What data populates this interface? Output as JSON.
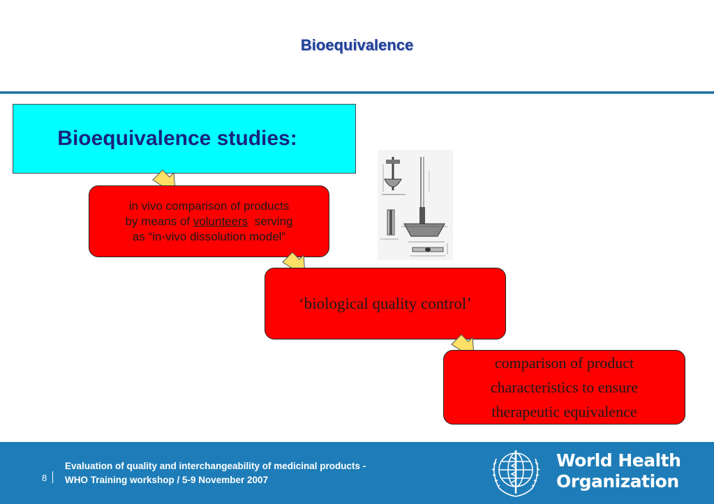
{
  "slide": {
    "title": "Bioequivalence"
  },
  "main": {
    "heading": "Bioequivalence studies:",
    "step1": {
      "line1": "in vivo comparison of products",
      "line2_prefix": "by means of ",
      "line2_underlined": "volunteers",
      "line2_suffix": "  serving",
      "line3": "as “in-vivo dissolution model”"
    },
    "step2": {
      "text": "‘biological quality control’"
    },
    "step3": {
      "line1": "comparison of product",
      "line2": "characteristics to ensure",
      "line3": "therapeutic equivalence"
    }
  },
  "footer": {
    "page_number": "8",
    "line1": "Evaluation of quality and interchangeability of medicinal products -",
    "line2": "WHO Training workshop / 5-9 November 2007",
    "org_line1": "World Health",
    "org_line2": "Organization"
  },
  "colors": {
    "title": "#1f3f99",
    "cyan_box": "#00ffff",
    "red_box": "#ff0000",
    "arrow": "#ffe066",
    "footer_band": "#1e7db8"
  },
  "icons": {
    "arrow": "arrow-down-right-icon",
    "emblem": "who-emblem-icon"
  }
}
